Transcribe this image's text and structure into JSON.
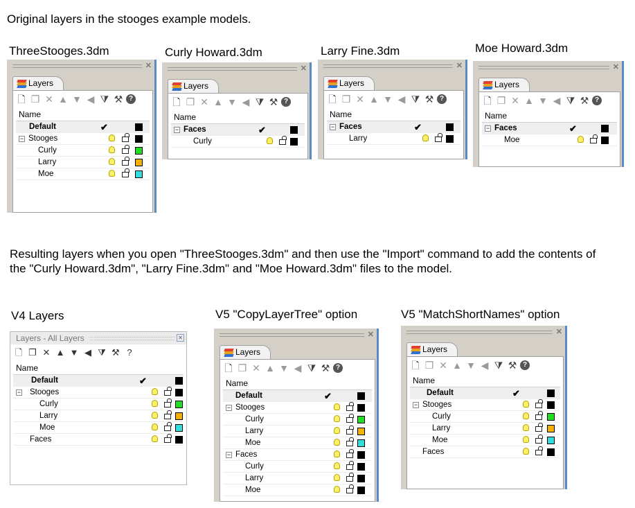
{
  "top_caption": "Original layers in the stooges example models.",
  "middle_caption": "Resulting layers when you open \"ThreeStooges.3dm\" and then use the \"Import\" command to add the contents of the \"Curly Howard.3dm\", \"Larry Fine.3dm\" and \"Moe Howard.3dm\" files to the model.",
  "file_titles": {
    "three_stooges": "ThreeStooges.3dm",
    "curly": "Curly Howard.3dm",
    "larry": "Larry Fine.3dm",
    "moe": "Moe Howard.3dm"
  },
  "result_titles": {
    "v4": "V4 Layers",
    "v5_copy": "V5 \"CopyLayerTree\" option",
    "v5_match": "V5 \"MatchShortNames\" option"
  },
  "panel": {
    "tab_label": "Layers",
    "v4_title": "Layers - All Layers",
    "column_name": "Name",
    "icons": [
      "new-layer-icon",
      "new-sublayer-icon",
      "delete-icon",
      "move-up-icon",
      "move-down-icon",
      "move-out-icon",
      "filter-icon",
      "tools-icon",
      "help-icon"
    ]
  },
  "colors": {
    "black": "#000000",
    "green": "#22dd22",
    "orange": "#f5b000",
    "cyan": "#33dddd",
    "panel_border": "#5b8ac8"
  },
  "layers": {
    "default": "Default",
    "stooges": "Stooges",
    "curly": "Curly",
    "larry": "Larry",
    "moe": "Moe",
    "faces": "Faces"
  },
  "symbols": {
    "check": "✔",
    "collapse": "⊟",
    "close": "✕"
  }
}
